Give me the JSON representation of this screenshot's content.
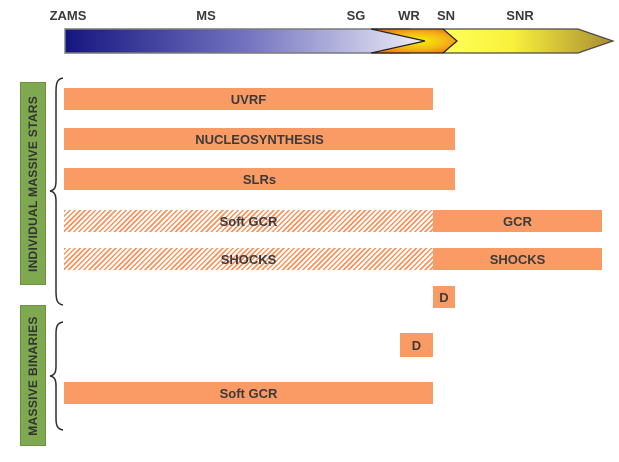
{
  "timeline": {
    "stages": [
      {
        "label": "ZAMS"
      },
      {
        "label": "MS"
      },
      {
        "label": "SG"
      },
      {
        "label": "WR"
      },
      {
        "label": "SN"
      },
      {
        "label": "SNR"
      }
    ]
  },
  "groups": [
    {
      "label": "INDIVIDUAL MASSIVE STARS",
      "rows": [
        {
          "segments": [
            {
              "label": "UVRF",
              "style": "solid"
            }
          ]
        },
        {
          "segments": [
            {
              "label": "NUCLEOSYNTHESIS",
              "style": "solid"
            }
          ]
        },
        {
          "segments": [
            {
              "label": "SLRs",
              "style": "solid"
            }
          ]
        },
        {
          "segments": [
            {
              "label": "Soft GCR",
              "style": "hatched"
            },
            {
              "label": "GCR",
              "style": "solid"
            }
          ]
        },
        {
          "segments": [
            {
              "label": "SHOCKS",
              "style": "hatched"
            },
            {
              "label": "SHOCKS",
              "style": "solid"
            }
          ]
        },
        {
          "segments": [
            {
              "label": "D",
              "style": "solid"
            }
          ]
        }
      ]
    },
    {
      "label": "MASSIVE BINARIES",
      "rows": [
        {
          "segments": [
            {
              "label": "D",
              "style": "solid"
            }
          ]
        },
        {
          "segments": [
            {
              "label": "Soft GCR",
              "style": "solid"
            }
          ]
        }
      ]
    }
  ],
  "colors": {
    "bar_orange": "#fa9a64",
    "group_green": "#7fa950",
    "text": "#3b3b3b",
    "arrow_navy": "#15157f",
    "arrow_lavender": "#eeeef8",
    "arrow_wr_orange": "#e94f0f",
    "arrow_yellow": "#ffff5a",
    "arrow_gold": "#a98c33"
  }
}
